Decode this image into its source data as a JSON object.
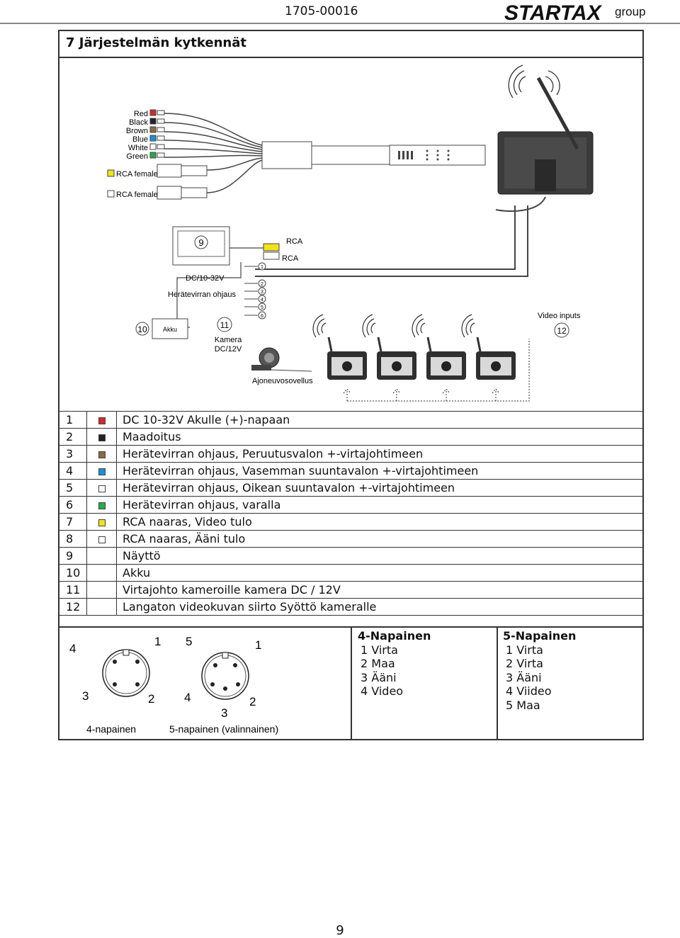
{
  "header": {
    "doc_code": "1705-00016",
    "brand": "STARTAX",
    "brand_suffix": "group"
  },
  "section_title": "7 Järjestelmän kytkennät",
  "diagram": {
    "wire_labels": [
      "Red",
      "Black",
      "Brown",
      "Blue",
      "White",
      "Green"
    ],
    "wire_colors": [
      "#d42a2a",
      "#222222",
      "#8b6a45",
      "#1a8fd6",
      "#ffffff",
      "#2aa84a"
    ],
    "rca_female_1": "RCA female",
    "rca_female_2": "RCA female",
    "monitor_num": "9",
    "rca_top": "RCA",
    "rca_bottom": "RCA",
    "dc_label": "DC/10-32V",
    "ignition_label": "Herätevirran ohjaus",
    "akku_num": "10",
    "akku_label": "Akku",
    "camera_num": "11",
    "camera_label_1": "Kamera",
    "camera_label_2": "DC/12V",
    "vehicle_label": "Ajoneuvosovellus",
    "video_inputs_label": "Video inputs",
    "video_inputs_num": "12",
    "pin_numbers": [
      "1",
      "2",
      "3",
      "4",
      "5",
      "6"
    ]
  },
  "legend": [
    {
      "num": "1",
      "color": "#d42a2a",
      "text": "DC 10-32V Akulle (+)-napaan"
    },
    {
      "num": "2",
      "color": "#222222",
      "text": "Maadoitus"
    },
    {
      "num": "3",
      "color": "#8b6a45",
      "text": "Herätevirran ohjaus, Peruutusvalon +-virtajohtimeen"
    },
    {
      "num": "4",
      "color": "#1a8fd6",
      "text": "Herätevirran ohjaus, Vasemman suuntavalon +-virtajohtimeen"
    },
    {
      "num": "5",
      "color": "#ffffff",
      "text": "Herätevirran ohjaus, Oikean suuntavalon +-virtajohtimeen"
    },
    {
      "num": "6",
      "color": "#2aa84a",
      "text": "Herätevirran ohjaus, varalla"
    },
    {
      "num": "7",
      "color": "#f2e21a",
      "text": "RCA naaras, Video tulo"
    },
    {
      "num": "8",
      "color": "#ffffff",
      "text": "RCA naaras, Ääni tulo"
    },
    {
      "num": "9",
      "color": "",
      "text": "Näyttö"
    },
    {
      "num": "10",
      "color": "",
      "text": "Akku"
    },
    {
      "num": "11",
      "color": "",
      "text": "Virtajohto kameroille kamera DC / 12V"
    },
    {
      "num": "12",
      "color": "",
      "text": "Langaton videokuvan siirto Syöttö kameralle"
    }
  ],
  "connectors": {
    "four_pin_label": "4-napainen",
    "five_pin_label": "5-napainen (valinnainen)",
    "four_pin_numbers": [
      "1",
      "2",
      "3",
      "4"
    ],
    "five_pin_numbers": [
      "1",
      "2",
      "3",
      "4",
      "5"
    ],
    "four_pin_table": {
      "title": "4-Napainen",
      "rows": [
        "1 Virta",
        "2 Maa",
        "3 Ääni",
        "4 Video"
      ]
    },
    "five_pin_table": {
      "title": "5-Napainen",
      "rows": [
        "1 Virta",
        "2 Virta",
        "3 Ääni",
        "4 Viideo",
        "5 Maa"
      ]
    }
  },
  "page_number": "9"
}
